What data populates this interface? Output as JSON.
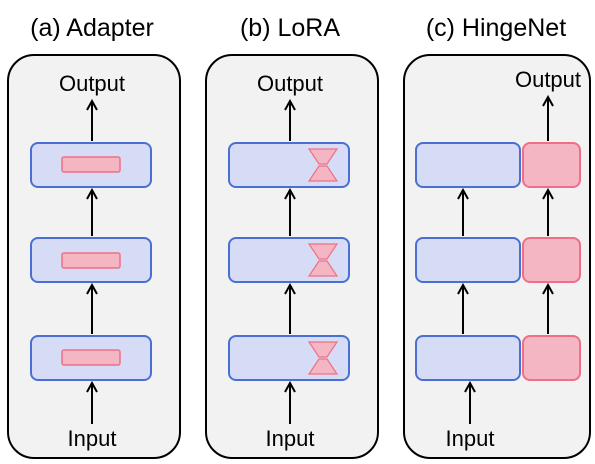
{
  "panels": [
    {
      "title": "(a) Adapter",
      "output_label": "Output",
      "input_label": "Input",
      "layers": 3,
      "module": "adapter-bar"
    },
    {
      "title": "(b) LoRA",
      "output_label": "Output",
      "input_label": "Input",
      "layers": 3,
      "module": "lora-hourglass"
    },
    {
      "title": "(c) HingeNet",
      "output_label": "Output",
      "input_label": "Input",
      "layers": 3,
      "module": "hinge-side-block"
    }
  ],
  "colors": {
    "panel_fill": "#f2f2f2",
    "layer_fill": "#d6dcf5",
    "layer_stroke": "#4a6fd4",
    "module_fill": "#f4b6c2",
    "module_stroke": "#ef6f87"
  }
}
